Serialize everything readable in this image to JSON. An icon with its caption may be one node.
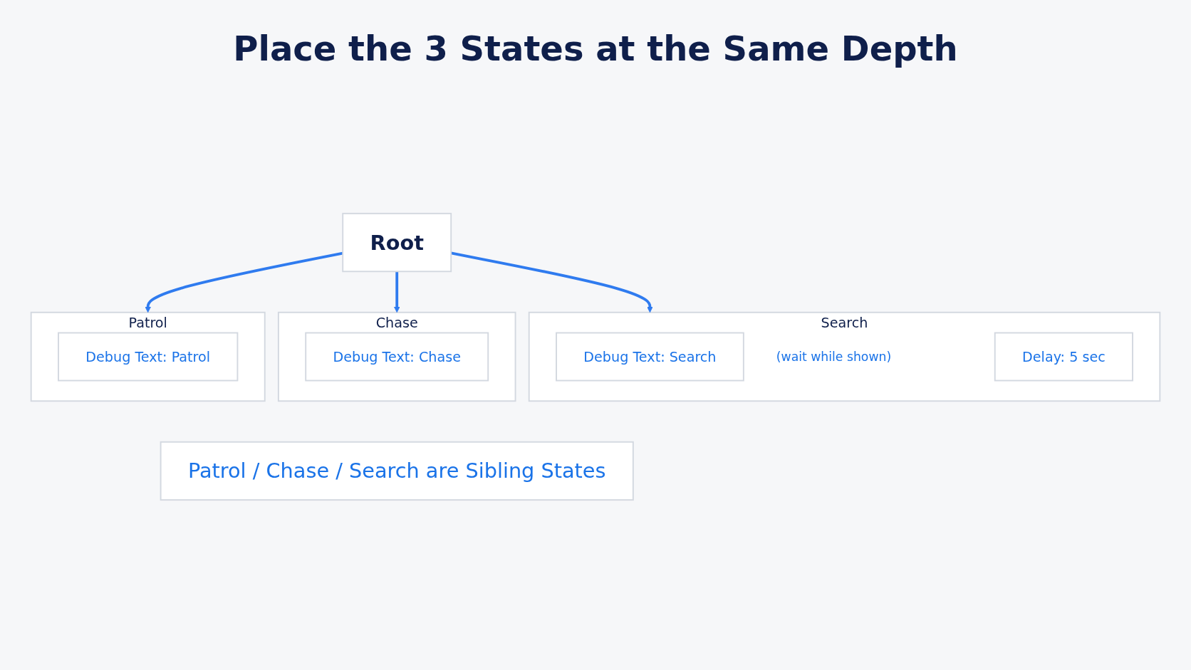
{
  "diagram": {
    "title": "Place the 3 States at the Same Depth",
    "nodes": [
      {
        "text": [
          "Root"
        ]
      },
      {
        "text": [
          "Patrol"
        ]
      },
      {
        "text": [
          "Debug Text: Patrol"
        ],
        "in": 1
      },
      {
        "text": [
          "Chase"
        ]
      },
      {
        "text": [
          "Debug Text: Chase"
        ],
        "in": 3
      },
      {
        "text": [
          "Search"
        ]
      },
      {
        "text": [
          "Debug Text: Search"
        ],
        "in": 5,
        "beside": [
          "(wait while shown)"
        ]
      },
      {
        "text": [
          "Delay: 5 sec"
        ],
        "in": 5
      },
      {
        "text": [
          "Patrol / Chase / Search are Sibling States"
        ]
      }
    ],
    "edges": [
      {
        "from": 0,
        "to": 1,
        "arrow": "to"
      },
      {
        "from": 0,
        "to": 3,
        "arrow": "to"
      },
      {
        "from": 0,
        "to": 5,
        "arrow": "to"
      }
    ]
  }
}
